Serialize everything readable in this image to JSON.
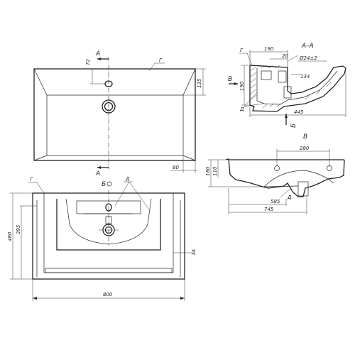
{
  "views": {
    "top": {
      "dim_72": "72",
      "dim_135": "135",
      "dim_80": "80",
      "section_letter_top": "А",
      "section_letter_bottom": "А",
      "leader_g": "Г"
    },
    "section": {
      "title": "А–А",
      "dim_190": "190",
      "dim_20": "20",
      "dim_d24": "Ø24±2",
      "dim_134": "134",
      "dim_190v": "190",
      "dim_445": "445",
      "view_b": "В",
      "arrow_b": "Б",
      "leader_g": "Г",
      "leader_d": "Д"
    },
    "side": {
      "title": "В",
      "dim_280": "280",
      "dim_180": "180",
      "dim_110": "110",
      "dim_585": "585",
      "dim_745": "745",
      "leader_d": "Д"
    },
    "front": {
      "view_b": "Б",
      "leader_g": "Г",
      "leader_d": "Д",
      "dim_480": "480",
      "dim_395": "395",
      "dim_14": "14",
      "dim_800": "800"
    }
  }
}
